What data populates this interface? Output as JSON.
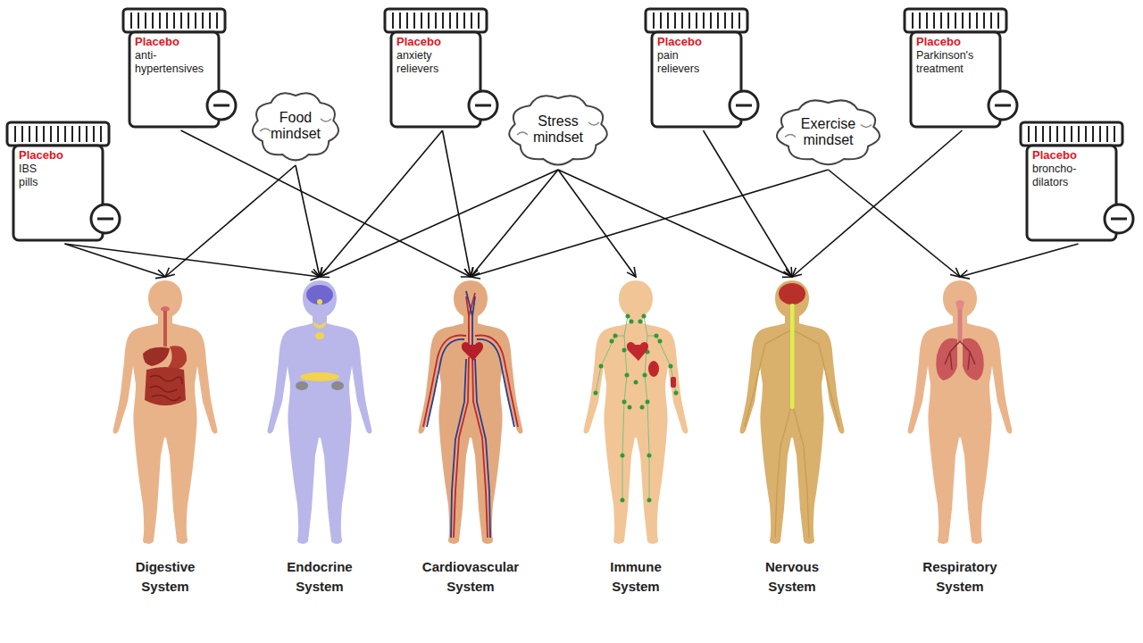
{
  "diagram": {
    "nodes": [
      {
        "text": [
          "Placebo",
          "anti- hypertensives"
        ]
      },
      {
        "text": [
          "Placebo",
          "anxiety relievers"
        ]
      },
      {
        "text": [
          "Placebo",
          "pain relievers"
        ]
      },
      {
        "text": [
          "Placebo",
          "Parkinson's treatment"
        ]
      },
      {
        "text": [
          "Food mindset"
        ]
      },
      {
        "text": [
          "Stress mindset"
        ]
      },
      {
        "text": [
          "Exercise mindset"
        ]
      },
      {
        "text": [
          "Placebo",
          "IBS pills"
        ]
      },
      {
        "text": [
          "Placebo",
          "broncho- dilators"
        ]
      },
      {
        "text": [
          "Digestive System"
        ]
      },
      {
        "text": [
          "Endocrine System"
        ]
      },
      {
        "text": [
          "Cardiovascular System"
        ]
      },
      {
        "text": [
          "Immune System"
        ]
      },
      {
        "text": [
          "Nervous System"
        ]
      },
      {
        "text": [
          "Respiratory System"
        ]
      }
    ],
    "edges": [
      {
        "from": 7,
        "to": 9,
        "arrow": "to"
      },
      {
        "from": 7,
        "to": 10,
        "arrow": "to"
      },
      {
        "from": 0,
        "to": 11,
        "arrow": "to"
      },
      {
        "from": 4,
        "to": 9,
        "arrow": "to"
      },
      {
        "from": 4,
        "to": 10,
        "arrow": "to"
      },
      {
        "from": 1,
        "to": 10,
        "arrow": "to"
      },
      {
        "from": 1,
        "to": 11,
        "arrow": "to"
      },
      {
        "from": 5,
        "to": 10,
        "arrow": "to"
      },
      {
        "from": 5,
        "to": 11,
        "arrow": "to"
      },
      {
        "from": 5,
        "to": 12,
        "arrow": "to"
      },
      {
        "from": 5,
        "to": 13,
        "arrow": "to"
      },
      {
        "from": 6,
        "to": 11,
        "arrow": "to"
      },
      {
        "from": 6,
        "to": 14,
        "arrow": "to"
      },
      {
        "from": 2,
        "to": 13,
        "arrow": "to"
      },
      {
        "from": 3,
        "to": 13,
        "arrow": "to"
      },
      {
        "from": 8,
        "to": 14,
        "arrow": "to"
      }
    ]
  }
}
